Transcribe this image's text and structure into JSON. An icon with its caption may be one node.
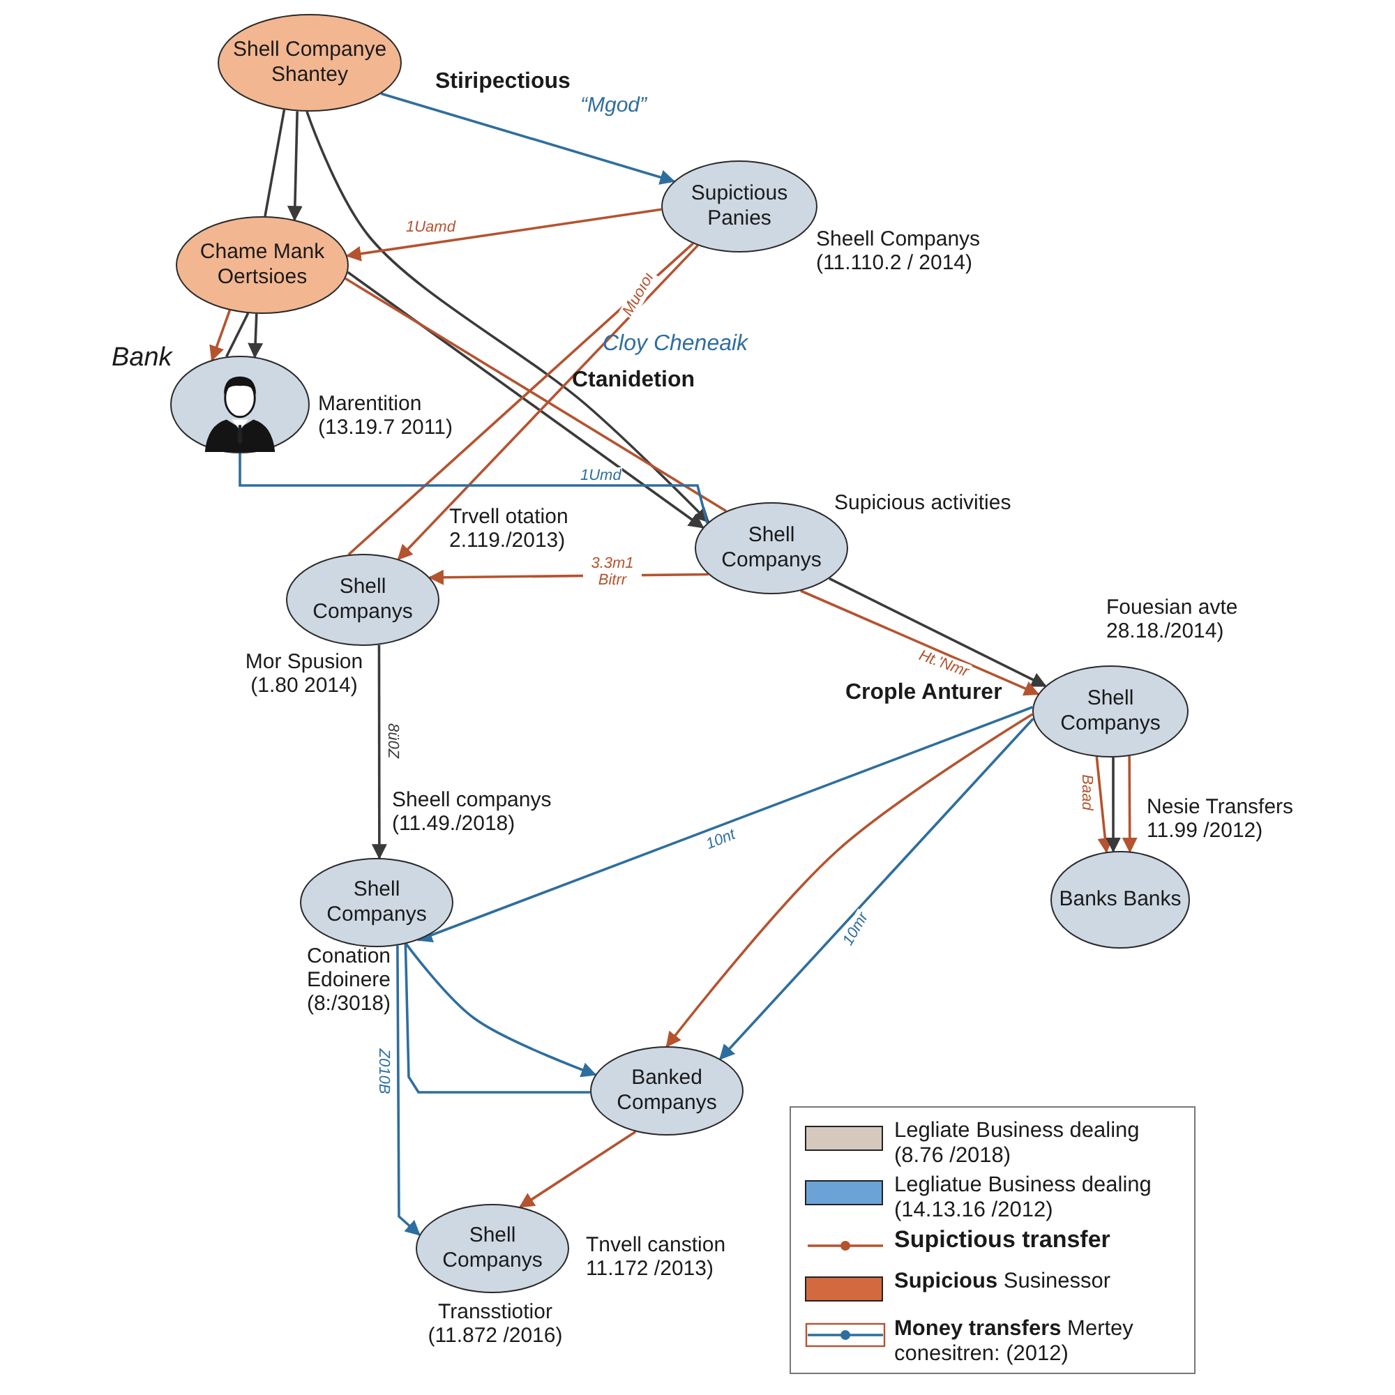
{
  "diagram": {
    "nodes": [
      {
        "text": [
          "Shell Companye Shantey"
        ]
      },
      {
        "text": [
          "Chame Mank Oertsioes"
        ]
      },
      {
        "text": [],
        "shape": "person",
        "beside": [
          "Bank",
          "Marentition (13.19.7 2011)"
        ]
      },
      {
        "text": [
          "Supictious Panies"
        ],
        "beside": [
          "Sheell Companys (11.110.2 / 2014)"
        ]
      },
      {
        "text": [
          "Shell Companys"
        ],
        "beside": [
          "Supicious activities"
        ]
      },
      {
        "text": [
          "Shell Companys"
        ],
        "beside": [
          "Trvell otation 2.119./2013)",
          "Mor Spusion (1.80 2014)"
        ]
      },
      {
        "text": [
          "Shell Companys"
        ],
        "beside": [
          "Fouesian avte 28.18./2014)"
        ]
      },
      {
        "text": [
          "Shell Companys"
        ],
        "beside": [
          "Sheell companys (11.49./2018)",
          "Conation Edoinere (8:/3018)"
        ]
      },
      {
        "text": [
          "Banks Banks"
        ],
        "beside": [
          "Nesie Transfers 11.99 /2012)"
        ]
      },
      {
        "text": [
          "Banked Companys"
        ]
      },
      {
        "text": [
          "Shell Companys"
        ],
        "beside": [
          "Tnvell canstion 11.172 /2013)",
          "Transstiotior (11.872 /2016)"
        ]
      }
    ],
    "edges": [
      {
        "from": 0,
        "to": 3,
        "arrow": "to",
        "color": "#2e6e9e",
        "label": "“Mgod”"
      },
      {
        "from": 0,
        "to": 1,
        "arrow": "none",
        "color": "#3a3a3a"
      },
      {
        "from": 0,
        "to": 1,
        "arrow": "to",
        "color": "#3a3a3a"
      },
      {
        "from": 0,
        "to": 4,
        "arrow": "to",
        "color": "#3a3a3a"
      },
      {
        "from": 1,
        "to": 2,
        "arrow": "to"
      },
      {
        "from": 1,
        "to": 2,
        "arrow": "none",
        "color": "#3a3a3a"
      },
      {
        "from": 1,
        "to": 2,
        "arrow": "to",
        "color": "#3a3a3a"
      },
      {
        "from": 3,
        "to": 1,
        "arrow": "to",
        "label": "1Uamd"
      },
      {
        "from": 1,
        "to": 4,
        "arrow": "to",
        "color": "#3a3a3a"
      },
      {
        "from": 1,
        "to": 4,
        "arrow": "none"
      },
      {
        "from": 3,
        "to": 5,
        "arrow": "none"
      },
      {
        "from": 3,
        "to": 5,
        "arrow": "to",
        "label": "Muoıoı"
      },
      {
        "from": 2,
        "to": 4,
        "arrow": "none",
        "color": "#2e6e9e",
        "label": "1Umd"
      },
      {
        "from": 4,
        "to": 5,
        "arrow": "to",
        "label": "3.3m1 Bitrr"
      },
      {
        "from": 4,
        "to": 6,
        "arrow": "to",
        "color": "#3a3a3a"
      },
      {
        "from": 4,
        "to": 6,
        "arrow": "to",
        "label": "Ht.'Nmr"
      },
      {
        "from": 5,
        "to": 7,
        "arrow": "to",
        "color": "#3a3a3a",
        "label": "8ü0Z"
      },
      {
        "from": 6,
        "to": 8,
        "arrow": "to",
        "label": "Baad"
      },
      {
        "from": 6,
        "to": 8,
        "arrow": "to",
        "color": "#3a3a3a"
      },
      {
        "from": 6,
        "to": 8,
        "arrow": "to"
      },
      {
        "from": 6,
        "to": 7,
        "arrow": "to",
        "color": "#2e6e9e",
        "label": "10nt"
      },
      {
        "from": 6,
        "to": 9,
        "arrow": "to"
      },
      {
        "from": 6,
        "to": 9,
        "arrow": "to",
        "color": "#2e6e9e",
        "label": "10mr"
      },
      {
        "from": 7,
        "to": 9,
        "arrow": "to",
        "color": "#2e6e9e"
      },
      {
        "from": 9,
        "to": 7,
        "arrow": "none",
        "color": "#2e6e9e"
      },
      {
        "from": 7,
        "to": 10,
        "arrow": "to",
        "color": "#2e6e9e",
        "label": "Z010B"
      },
      {
        "from": 9,
        "to": 10,
        "arrow": "to"
      }
    ],
    "labels": [
      "Stiripectious",
      "Cloy Cheneaik",
      "Ctanidetion",
      "Crople Anturer"
    ],
    "legend": [
      {
        "text": "Legliate Business dealing (8.76 /2018)",
        "color": "#d5c8bd"
      },
      {
        "text": "Legliatue Business dealing (14.13.16 /2012)",
        "color": "#6ba3d6"
      },
      {
        "text": "Supictious transfer"
      },
      {
        "text": "**Supicious** Susinessor",
        "color": "#d2693f"
      },
      {
        "text": "**Money transfers** Mertey conesitren: (2012)"
      }
    ]
  }
}
